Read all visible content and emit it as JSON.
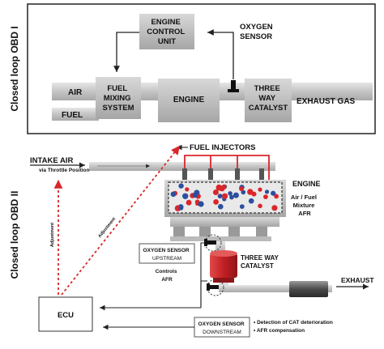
{
  "obd1": {
    "side_label": "Closed loop OBD I",
    "ecu": [
      "ENGINE",
      "CONTROL",
      "UNIT"
    ],
    "oxygen_sensor": [
      "OXYGEN",
      "SENSOR"
    ],
    "air": "AIR",
    "fuel": "FUEL",
    "fuel_mixing": [
      "FUEL",
      "MIXING",
      "SYSTEM"
    ],
    "engine": "ENGINE",
    "catalyst": [
      "THREE",
      "WAY",
      "CATALYST"
    ],
    "exhaust_gas": "EXHAUST GAS"
  },
  "obd2": {
    "side_label": "Closed loop OBD II",
    "intake_air": "INTAKE AIR",
    "via_throttle": "via Throttle Position",
    "fuel_injectors": "FUEL INJECTORS",
    "engine": "ENGINE",
    "mixture": [
      "Air / Fuel",
      "Mixture",
      "AFR"
    ],
    "adjustment_left": "Adjustment",
    "adjustment_diag": "Adjustment",
    "sensor_up": [
      "OXYGEN SENSOR",
      "UPSTREAM"
    ],
    "controls_afr": [
      "Controls",
      "AFR"
    ],
    "catalyst": [
      "THREE WAY",
      "CATALYST"
    ],
    "exhaust": "EXHAUST",
    "ecu": "ECU",
    "sensor_down": [
      "OXYGEN SENSOR",
      "DOWNSTREAM"
    ],
    "notes": [
      "• Detection of CAT deterioration",
      "• AFR compensation"
    ]
  },
  "colors": {
    "pipe": "#cfcfcf",
    "box": "#bdbdbd",
    "red": "#d9262b",
    "blue": "#2c4f9e",
    "catalyst_red": "#c8262a"
  }
}
